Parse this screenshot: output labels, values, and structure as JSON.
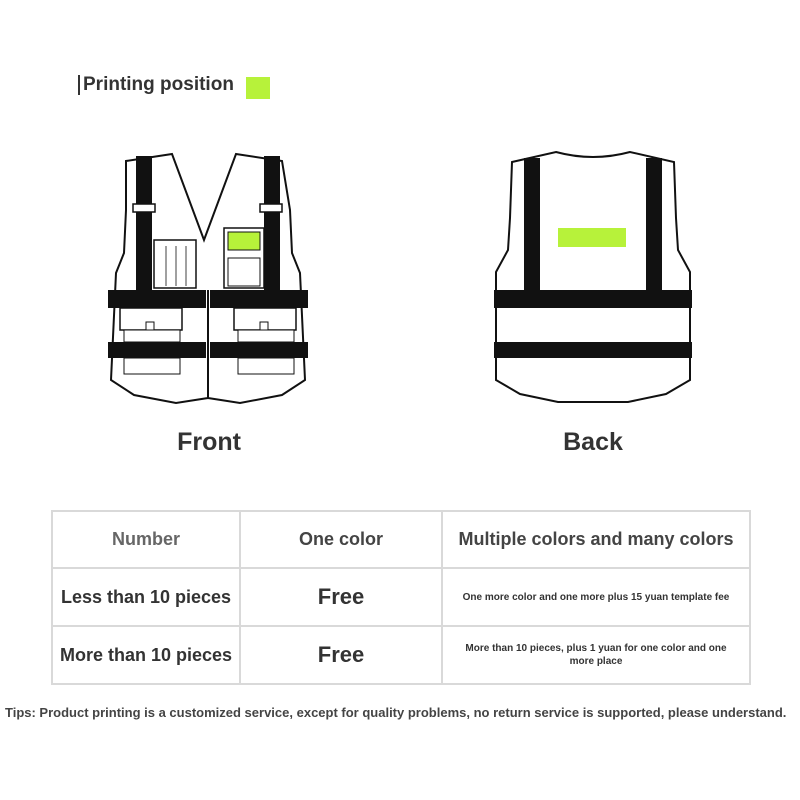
{
  "legend": {
    "label": "Printing position",
    "swatch_color": "#b7f23a"
  },
  "views": {
    "front": "Front",
    "back": "Back"
  },
  "table": {
    "headers": [
      "Number",
      "One color",
      "Multiple colors and many colors"
    ],
    "rows": [
      [
        "Less than 10 pieces",
        "Free",
        "One more color and one more plus 15 yuan template fee"
      ],
      [
        "More than 10 pieces",
        "Free",
        "More than 10 pieces, plus 1 yuan for one color and one more place"
      ]
    ]
  },
  "tips": "Tips: Product printing is a customized service, except for quality problems, no return service is supported, please understand."
}
